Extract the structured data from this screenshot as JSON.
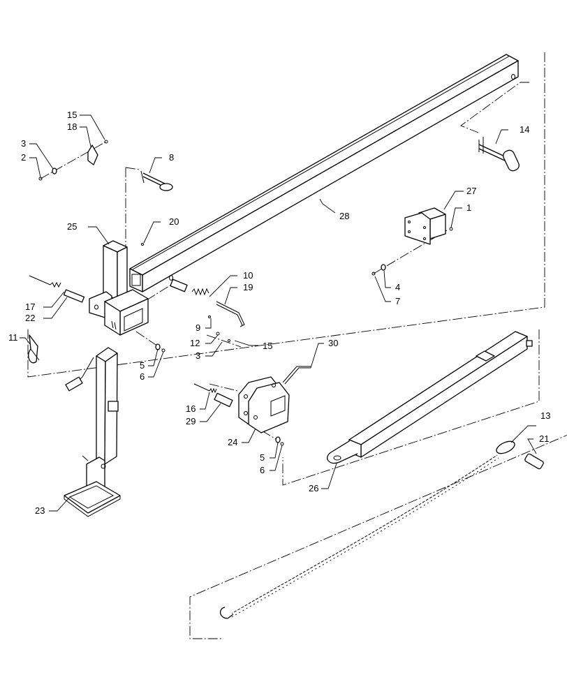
{
  "diagram": {
    "callouts": {
      "c1": "1",
      "c2": "2",
      "c3a": "3",
      "c3b": "3",
      "c4": "4",
      "c5a": "5",
      "c5b": "5",
      "c6a": "6",
      "c6b": "6",
      "c7": "7",
      "c8": "8",
      "c9": "9",
      "c10": "10",
      "c11": "11",
      "c12": "12",
      "c13": "13",
      "c14": "14",
      "c15a": "15",
      "c15b": "15",
      "c16": "16",
      "c17": "17",
      "c18": "18",
      "c19": "19",
      "c20": "20",
      "c21": "21",
      "c22": "22",
      "c23": "23",
      "c24": "24",
      "c25": "25",
      "c26": "26",
      "c27": "27",
      "c28": "28",
      "c29": "29",
      "c30": "30"
    }
  }
}
